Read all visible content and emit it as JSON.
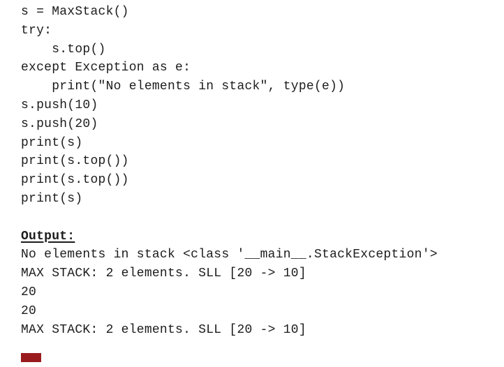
{
  "document": {
    "code_lines": [
      "s = MaxStack()",
      "try:",
      "    s.top()",
      "except Exception as e:",
      "    print(\"No elements in stack\", type(e))",
      "s.push(10)",
      "s.push(20)",
      "print(s)",
      "print(s.top())",
      "print(s.top())",
      "print(s)"
    ],
    "output_heading": "Output:",
    "output_lines": [
      "No elements in stack <class '__main__.StackException'>",
      "MAX STACK: 2 elements. SLL [20 -> 10]",
      "20",
      "20",
      "MAX STACK: 2 elements. SLL [20 -> 10]"
    ]
  },
  "colors": {
    "text": "#1c1c1c",
    "background": "#ffffff",
    "accent_bar": "#9a1b1e"
  }
}
